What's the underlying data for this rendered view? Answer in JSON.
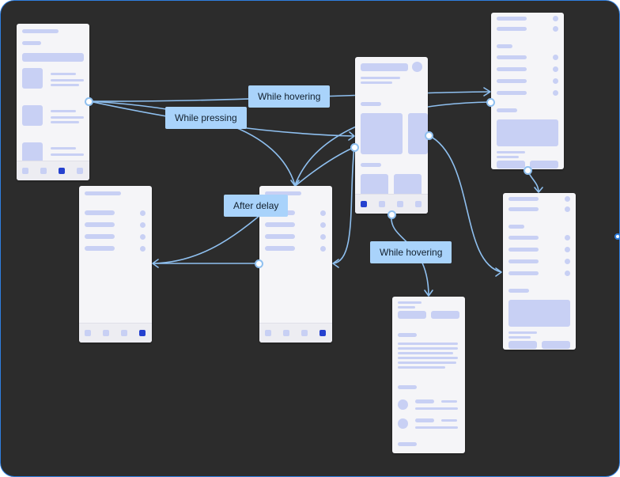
{
  "canvas": {
    "background": "#2c2c2c",
    "border_color": "#2f7fe0"
  },
  "colors": {
    "frame": "#f5f5f8",
    "placeholder": "#c8d0f4",
    "active_tab": "#2541cf",
    "connector": "#8fc0f0",
    "label_bg": "#a9d3fb"
  },
  "connectors": [
    {
      "id": "c1",
      "label": "While hovering",
      "from": "frame-home",
      "to": "frame-menu-a"
    },
    {
      "id": "c2",
      "label": "While pressing",
      "from": "frame-home",
      "to": "frame-list-b"
    },
    {
      "id": "c3",
      "label": "After delay",
      "from": "frame-list-b",
      "to": "frame-menu-a"
    },
    {
      "id": "c4",
      "label": "While hovering",
      "from": "frame-dashboard",
      "to": "frame-article"
    }
  ]
}
